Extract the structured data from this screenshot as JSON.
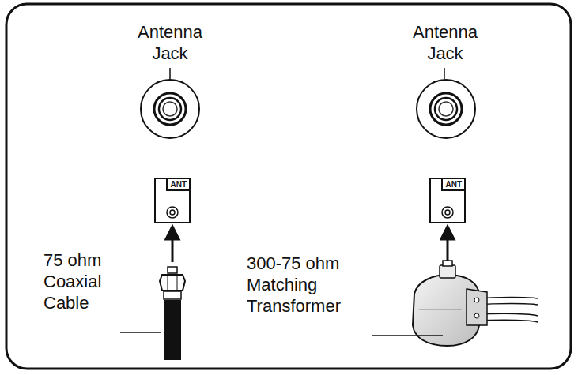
{
  "diagram": {
    "nodes": [
      {
        "text": [
          "ANT"
        ]
      },
      {
        "text": [
          "ANT"
        ]
      }
    ],
    "labels": [
      "Antenna Jack",
      "Antenna Jack",
      "75 ohm Coaxial Cable",
      "300-75 ohm Matching Transformer"
    ]
  }
}
